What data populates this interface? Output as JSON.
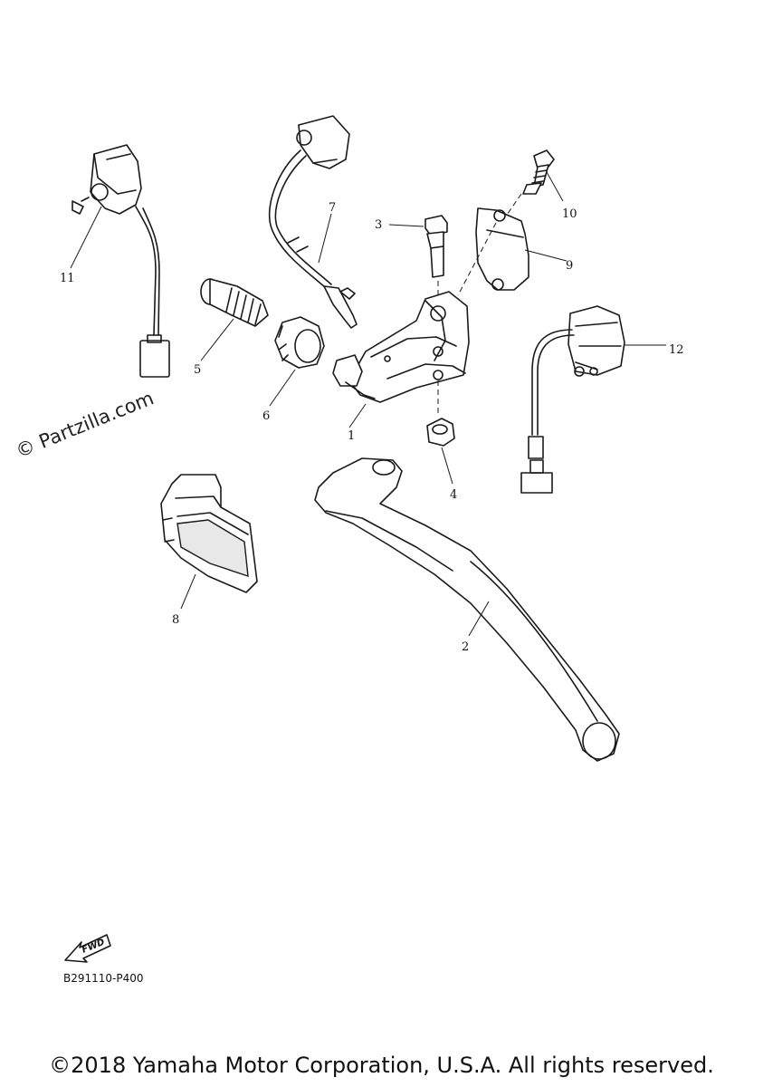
{
  "watermark": "© Partzilla.com",
  "diagram_code": "B291110-P400",
  "copyright": "©2018 Yamaha Motor Corporation, U.S.A. All rights reserved.",
  "fwd_label": "FWD",
  "callouts": {
    "c1": "1",
    "c2": "2",
    "c3": "3",
    "c4": "4",
    "c5": "5",
    "c6": "6",
    "c7": "7",
    "c8": "8",
    "c9": "9",
    "c10": "10",
    "c11": "11",
    "c12": "12"
  }
}
